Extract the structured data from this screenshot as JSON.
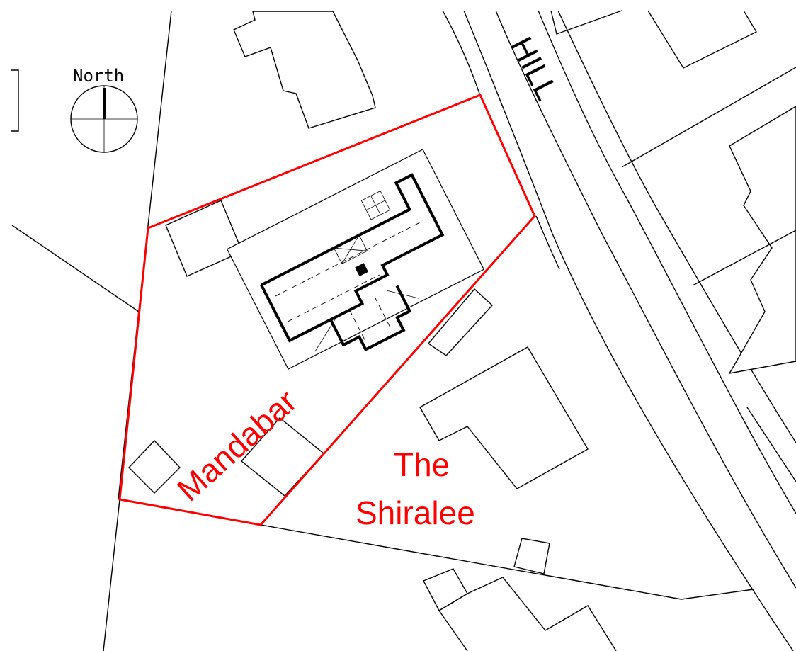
{
  "map": {
    "north_label": "North",
    "road_label": "HILL",
    "plot_label": "Mandabar",
    "neighbour_label_line1": "The",
    "neighbour_label_line2": "Shiralee",
    "boundary_color": "#ff0000",
    "line_color": "#000000"
  }
}
